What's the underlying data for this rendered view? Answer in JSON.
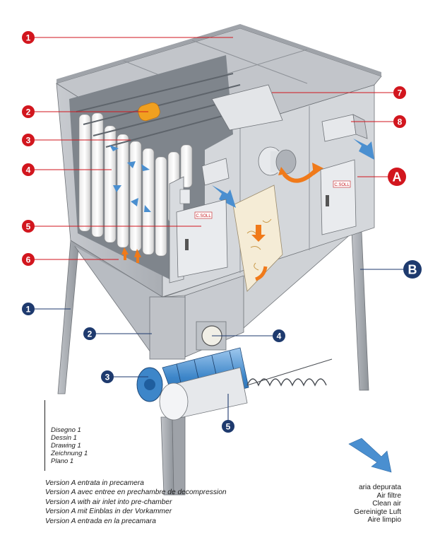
{
  "callouts": [
    {
      "id": "c1a",
      "text": "1"
    },
    {
      "id": "c2a",
      "text": "2"
    },
    {
      "id": "c3a",
      "text": "3"
    },
    {
      "id": "c4a",
      "text": "4"
    },
    {
      "id": "c5a",
      "text": "5"
    },
    {
      "id": "c6a",
      "text": "6"
    },
    {
      "id": "c7",
      "text": "7"
    },
    {
      "id": "c8",
      "text": "8"
    },
    {
      "id": "cA",
      "text": "A"
    },
    {
      "id": "cB",
      "text": "B"
    },
    {
      "id": "c1b",
      "text": "1"
    },
    {
      "id": "c2b",
      "text": "2"
    },
    {
      "id": "c3b",
      "text": "3"
    },
    {
      "id": "c4b",
      "text": "4"
    },
    {
      "id": "c5b",
      "text": "5"
    }
  ],
  "drawing_caption": [
    "Disegno 1",
    "Dessin 1",
    "Drawing 1",
    "Zeichnung 1",
    "Plano 1"
  ],
  "version_lines": [
    "Version A entrata in precamera",
    "Version A avec entree en prechambre de decompression",
    "Version A with air inlet into pre-chamber",
    "Version A mit Einblas in der Vorkammer",
    "Version A entrada en la precamara"
  ],
  "air_legend": [
    "aria depurata",
    "Air filtre",
    "Clean air",
    "Gereinigte Luft",
    "Aire limpio"
  ],
  "badge_text": "C.SOLL",
  "colors": {
    "callout_red": "#d2161e",
    "callout_navy": "#1e3a6e",
    "metal": "#c4c7cc",
    "arrow_blue": "#4a8fd0",
    "arrow_orange": "#f07a1a",
    "screw_blue": "#3d86c9"
  }
}
